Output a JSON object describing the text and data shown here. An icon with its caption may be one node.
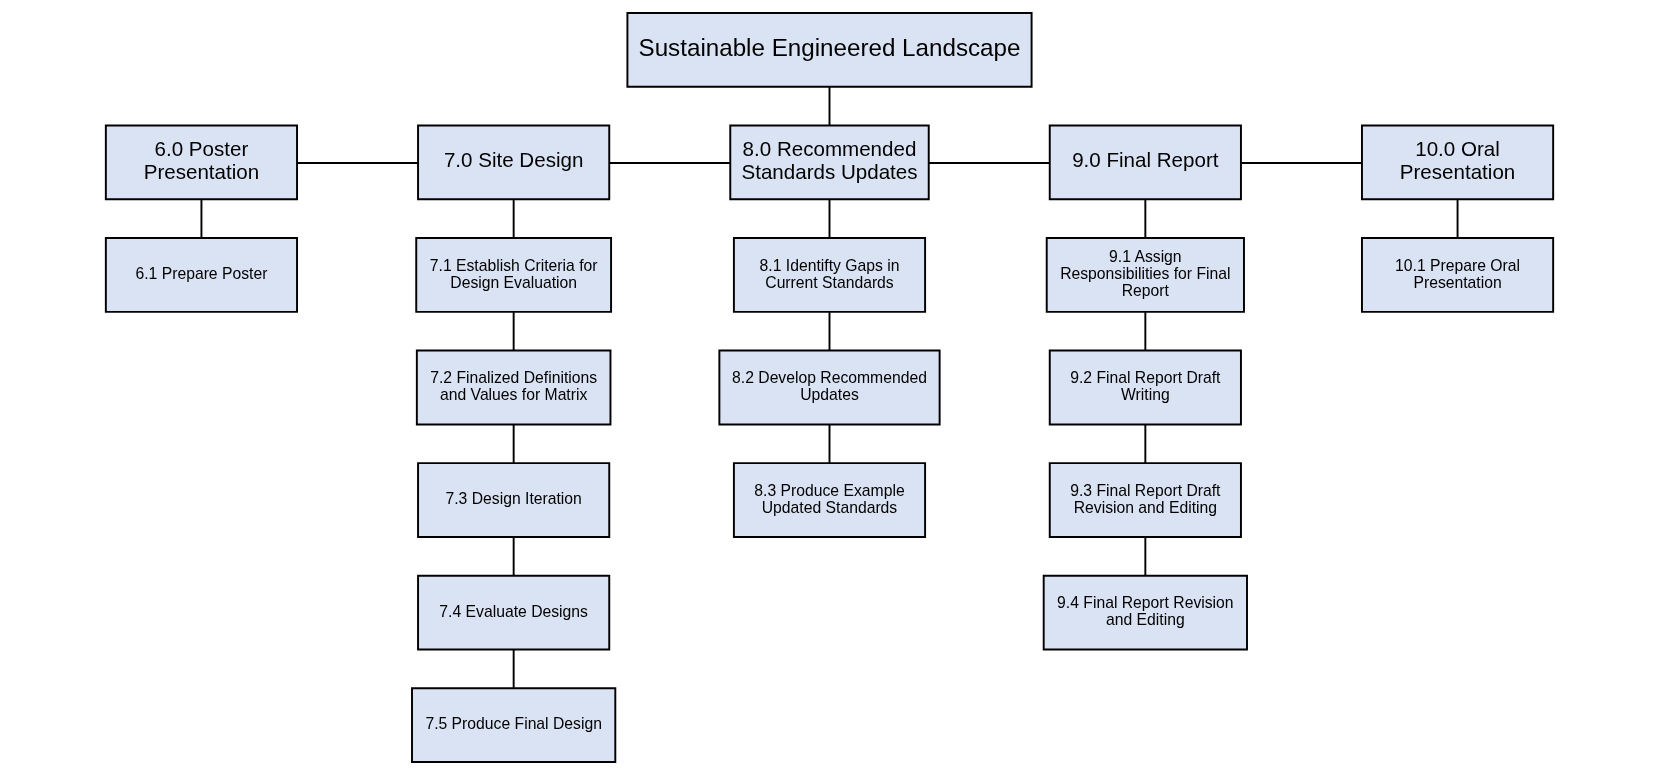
{
  "diagram": {
    "nodes": [
      {
        "text": [
          "Sustainable Engineered Landscape"
        ]
      },
      {
        "text": [
          "6.0 Poster Presentation"
        ]
      },
      {
        "text": [
          "7.0 Site Design"
        ]
      },
      {
        "text": [
          "8.0 Recommended Standards Updates"
        ]
      },
      {
        "text": [
          "9.0 Final Report"
        ]
      },
      {
        "text": [
          "10.0 Oral Presentation"
        ]
      },
      {
        "text": [
          "6.1 Prepare Poster"
        ]
      },
      {
        "text": [
          "7.1 Establish Criteria for Design Evaluation"
        ]
      },
      {
        "text": [
          "7.2 Finalized Definitions and Values for Matrix"
        ]
      },
      {
        "text": [
          "7.3 Design Iteration"
        ]
      },
      {
        "text": [
          "7.4 Evaluate Designs"
        ]
      },
      {
        "text": [
          "7.5 Produce Final Design"
        ]
      },
      {
        "text": [
          "8.1 Identifty Gaps in Current Standards"
        ]
      },
      {
        "text": [
          "8.2 Develop Recommended Updates"
        ]
      },
      {
        "text": [
          "8.3 Produce Example Updated Standards"
        ]
      },
      {
        "text": [
          "9.1 Assign Responsibilities for Final Report"
        ]
      },
      {
        "text": [
          "9.2 Final Report Draft Writing"
        ]
      },
      {
        "text": [
          "9.3 Final Report Draft Revision and Editing"
        ]
      },
      {
        "text": [
          "9.4 Final Report Revision and Editing"
        ]
      },
      {
        "text": [
          "10.1 Prepare Oral Presentation"
        ]
      }
    ],
    "edges": [
      {
        "from": 0,
        "to": 3,
        "arrow": "none"
      },
      {
        "from": 1,
        "to": 2,
        "arrow": "none"
      },
      {
        "from": 2,
        "to": 3,
        "arrow": "none"
      },
      {
        "from": 3,
        "to": 4,
        "arrow": "none"
      },
      {
        "from": 4,
        "to": 5,
        "arrow": "none"
      },
      {
        "from": 1,
        "to": 6,
        "arrow": "none"
      },
      {
        "from": 2,
        "to": 7,
        "arrow": "none"
      },
      {
        "from": 7,
        "to": 8,
        "arrow": "none"
      },
      {
        "from": 8,
        "to": 9,
        "arrow": "none"
      },
      {
        "from": 9,
        "to": 10,
        "arrow": "none"
      },
      {
        "from": 10,
        "to": 11,
        "arrow": "none"
      },
      {
        "from": 3,
        "to": 12,
        "arrow": "none"
      },
      {
        "from": 12,
        "to": 13,
        "arrow": "none"
      },
      {
        "from": 13,
        "to": 14,
        "arrow": "none"
      },
      {
        "from": 4,
        "to": 15,
        "arrow": "none"
      },
      {
        "from": 15,
        "to": 16,
        "arrow": "none"
      },
      {
        "from": 16,
        "to": 17,
        "arrow": "none"
      },
      {
        "from": 17,
        "to": 18,
        "arrow": "none"
      },
      {
        "from": 5,
        "to": 19,
        "arrow": "none"
      }
    ]
  }
}
